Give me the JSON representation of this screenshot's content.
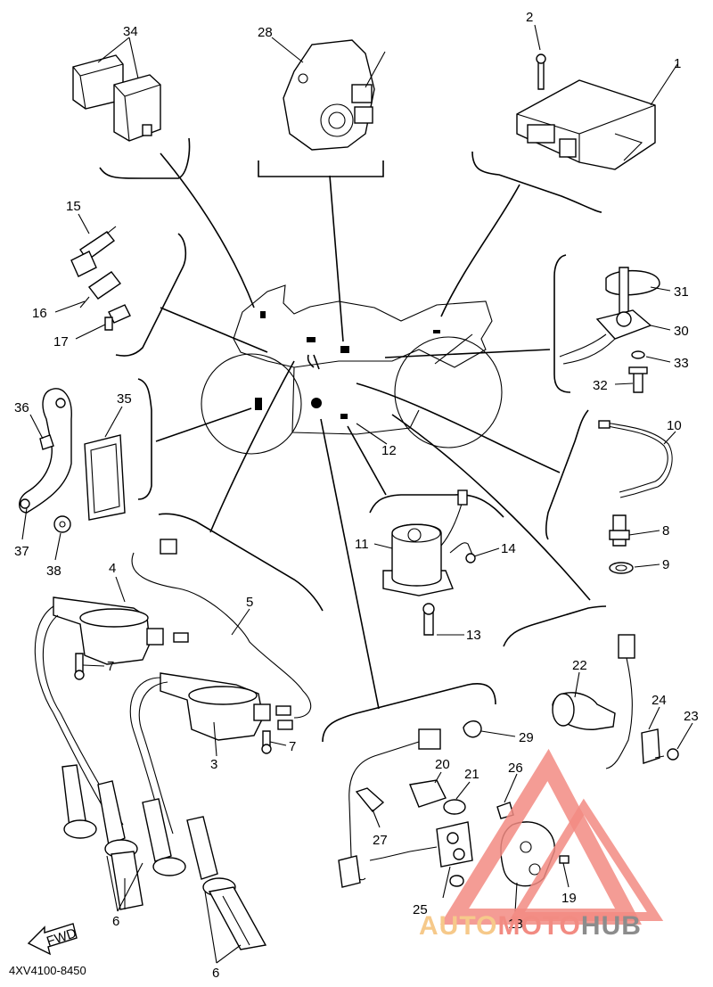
{
  "diagram": {
    "drawing_code": "4XV4100-8450",
    "fwd_label": "FWD",
    "watermark": {
      "part1": "AUTO",
      "part2": "MOTO",
      "part3": "HUB"
    },
    "callouts": [
      {
        "id": "c1",
        "text": "1"
      },
      {
        "id": "c2",
        "text": "2"
      },
      {
        "id": "c3",
        "text": "3"
      },
      {
        "id": "c4",
        "text": "4"
      },
      {
        "id": "c5",
        "text": "5"
      },
      {
        "id": "c6a",
        "text": "6"
      },
      {
        "id": "c6b",
        "text": "6"
      },
      {
        "id": "c7a",
        "text": "7"
      },
      {
        "id": "c7b",
        "text": "7"
      },
      {
        "id": "c8",
        "text": "8"
      },
      {
        "id": "c9",
        "text": "9"
      },
      {
        "id": "c10",
        "text": "10"
      },
      {
        "id": "c11",
        "text": "11"
      },
      {
        "id": "c12",
        "text": "12"
      },
      {
        "id": "c13",
        "text": "13"
      },
      {
        "id": "c14",
        "text": "14"
      },
      {
        "id": "c15",
        "text": "15"
      },
      {
        "id": "c16",
        "text": "16"
      },
      {
        "id": "c17",
        "text": "17"
      },
      {
        "id": "c18",
        "text": "18"
      },
      {
        "id": "c19",
        "text": "19"
      },
      {
        "id": "c20",
        "text": "20"
      },
      {
        "id": "c21",
        "text": "21"
      },
      {
        "id": "c22",
        "text": "22"
      },
      {
        "id": "c23",
        "text": "23"
      },
      {
        "id": "c24",
        "text": "24"
      },
      {
        "id": "c25",
        "text": "25"
      },
      {
        "id": "c26",
        "text": "26"
      },
      {
        "id": "c27",
        "text": "27"
      },
      {
        "id": "c28",
        "text": "28"
      },
      {
        "id": "c29",
        "text": "29"
      },
      {
        "id": "c30",
        "text": "30"
      },
      {
        "id": "c31",
        "text": "31"
      },
      {
        "id": "c32",
        "text": "32"
      },
      {
        "id": "c33",
        "text": "33"
      },
      {
        "id": "c34",
        "text": "34"
      },
      {
        "id": "c35",
        "text": "35"
      },
      {
        "id": "c36",
        "text": "36"
      },
      {
        "id": "c37",
        "text": "37"
      },
      {
        "id": "c38",
        "text": "38"
      }
    ]
  }
}
